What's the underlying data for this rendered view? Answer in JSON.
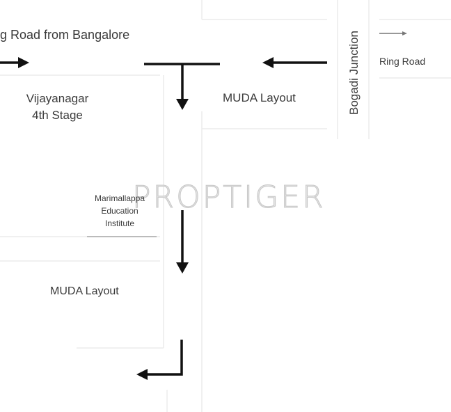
{
  "labels": {
    "ring_road_bangalore": "g Road from Bangalore",
    "vijayanagar": "Vijayanagar\n4th Stage",
    "muda_layout_top": "MUDA Layout",
    "bogadi_junction": "Bogadi Junction",
    "ring_road": "Ring Road",
    "institute": "Marimallappa\nEducation\nInstitute",
    "muda_layout_bottom": "MUDA Layout"
  },
  "watermark": "PROPTIGER",
  "colors": {
    "road_line": "#e8e8e8",
    "arrow": "#111111",
    "text": "#3a3a3a"
  }
}
